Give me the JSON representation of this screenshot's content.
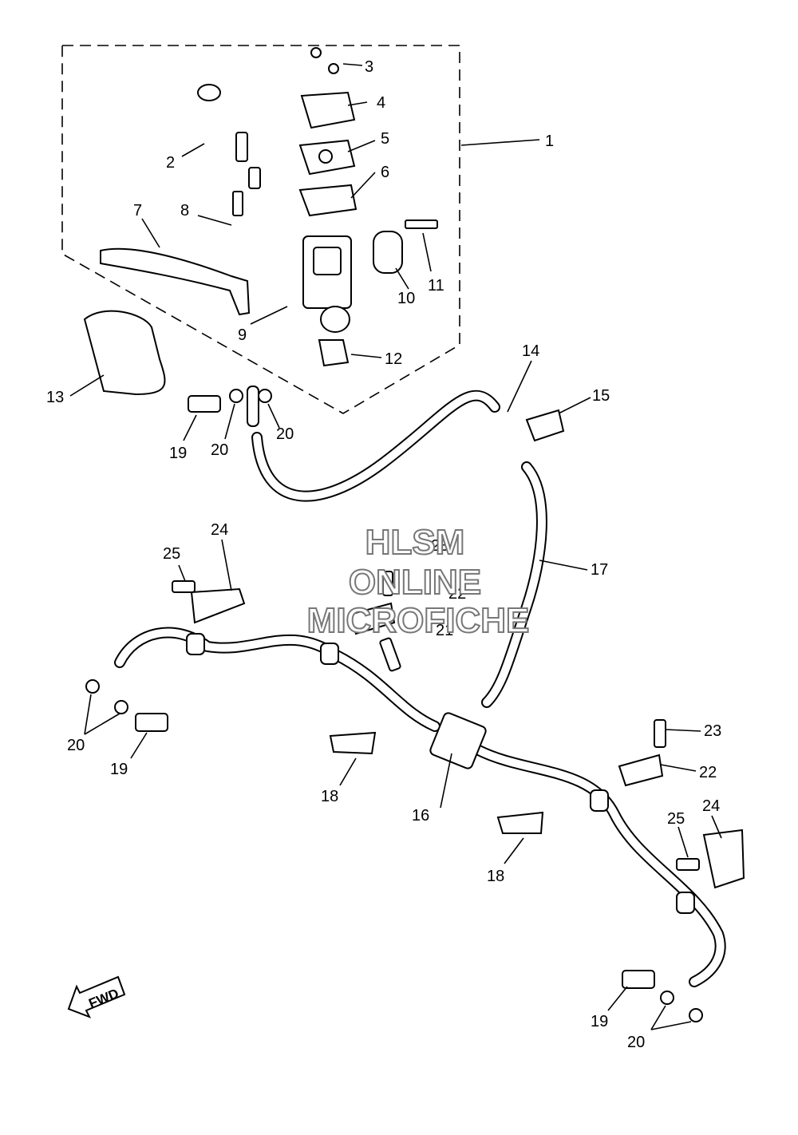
{
  "watermark": {
    "line1": "HLSM",
    "line2": "ONLINE",
    "line3": "MICROFICHE"
  },
  "direction_marker": "FWD",
  "callouts": [
    "1",
    "2",
    "3",
    "4",
    "5",
    "6",
    "7",
    "8",
    "9",
    "10",
    "11",
    "12",
    "13",
    "14",
    "15",
    "16",
    "17",
    "18",
    "18",
    "19",
    "19",
    "19",
    "20",
    "20",
    "20",
    "20",
    "21",
    "22",
    "22",
    "23",
    "23",
    "24",
    "24",
    "25",
    "25"
  ]
}
